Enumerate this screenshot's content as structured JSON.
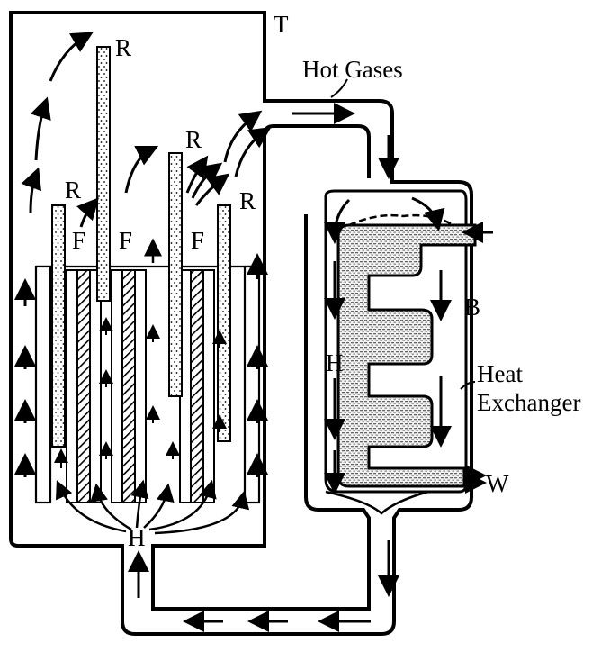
{
  "labels": {
    "tank": "T",
    "hot_gases": "Hot Gases",
    "boiler": "B",
    "heat_exchanger_line1": "Heat",
    "heat_exchanger_line2": "Exchanger",
    "water": "W",
    "helium_exchanger": "H",
    "helium_core": "H",
    "control_rod": "R",
    "fuel": "F"
  },
  "colors": {
    "line": "#000000",
    "background": "#ffffff"
  }
}
